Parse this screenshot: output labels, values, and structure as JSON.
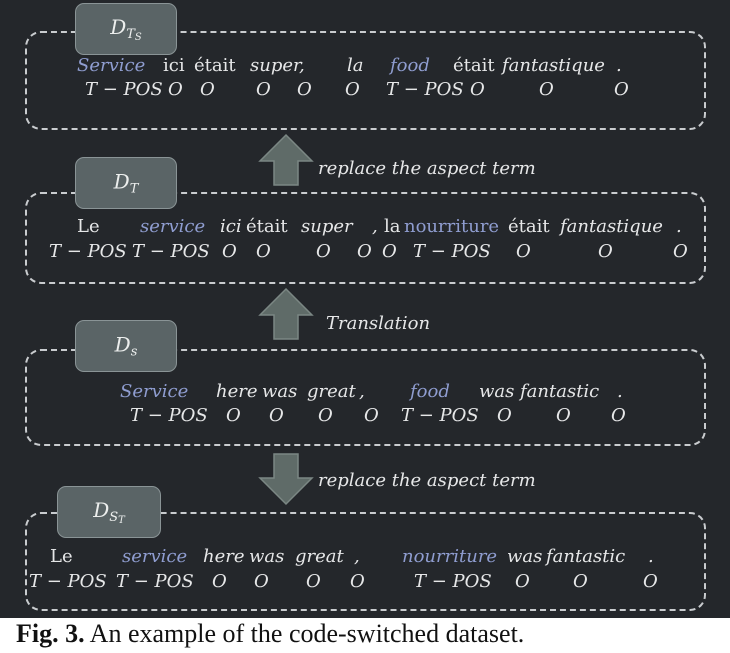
{
  "blocks": {
    "dts": {
      "label_main": "D",
      "label_sub": "T",
      "label_subsub": "S",
      "words": [
        "Service",
        "ici",
        "était",
        "super",
        ",",
        "la",
        "food",
        "était",
        "fantastique",
        "."
      ],
      "tags": [
        "T − POS",
        "O",
        "O",
        "O",
        "O",
        "O",
        "T − POS",
        "O",
        "O",
        "O"
      ]
    },
    "dt": {
      "label_main": "D",
      "label_sub": "T",
      "words": [
        "Le",
        "service",
        "ici",
        "était",
        "super",
        ",",
        "la",
        "nourriture",
        "était",
        "fantastique",
        "."
      ],
      "tags": [
        "T − POS",
        "T − POS",
        "O",
        "O",
        "O",
        "O",
        "O",
        "T − POS",
        "O",
        "O",
        "O"
      ]
    },
    "ds": {
      "label_main": "D",
      "label_sub": "s",
      "words": [
        "Service",
        "here",
        "was",
        "great",
        ",",
        "food",
        "was",
        "fantastic",
        "."
      ],
      "tags": [
        "T − POS",
        "O",
        "O",
        "O",
        "O",
        "T − POS",
        "O",
        "O",
        "O"
      ]
    },
    "dst": {
      "label_main": "D",
      "label_sub": "S",
      "label_subsub": "T",
      "words": [
        "Le",
        "service",
        "here",
        "was",
        "great",
        ",",
        "nourriture",
        "was",
        "fantastic",
        "."
      ],
      "tags": [
        "T − POS",
        "T − POS",
        "O",
        "O",
        "O",
        "O",
        "T − POS",
        "O",
        "O",
        "O"
      ]
    }
  },
  "steps": {
    "replace_top": "replace the aspect term",
    "translation": "Translation",
    "replace_bottom": "replace the aspect term"
  },
  "caption": {
    "fig_label": "Fig. 3.",
    "text": " An example of the code-switched dataset."
  },
  "colors": {
    "background": "#24272b",
    "aspect_term": "#8f9dd0",
    "arrow": "#5f6b68",
    "label_box": "#5a6466"
  }
}
